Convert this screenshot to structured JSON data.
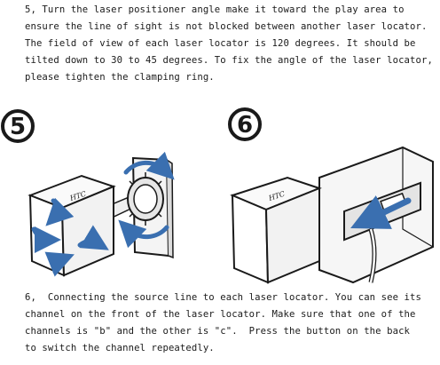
{
  "step5": {
    "lines": [
      "5, Turn the laser positioner angle make it toward the play area to",
      "ensure the line of sight is not blocked between another laser locator.",
      "The field of view of each laser locator is 120 degrees. It should be",
      "tilted down to 30 to 45 degrees. To fix the angle of the laser locator,",
      "please tighten the clamping ring."
    ]
  },
  "figures": {
    "badge5": "5",
    "badge6": "6",
    "brand": "HTC"
  },
  "step6": {
    "lines": [
      "6,  Connecting the source line to each laser locator. You can see its",
      "channel on the front of the laser locator. Make sure that one of the",
      "channels is \"b\" and the other is \"c\".  Press the button on the back",
      "to switch the channel repeatedly."
    ]
  },
  "colors": {
    "arrow": "#3a6fb0",
    "ink": "#1a1a1a"
  },
  "icons": [
    "rotate-arrow-icon",
    "insert-arrow-icon"
  ]
}
